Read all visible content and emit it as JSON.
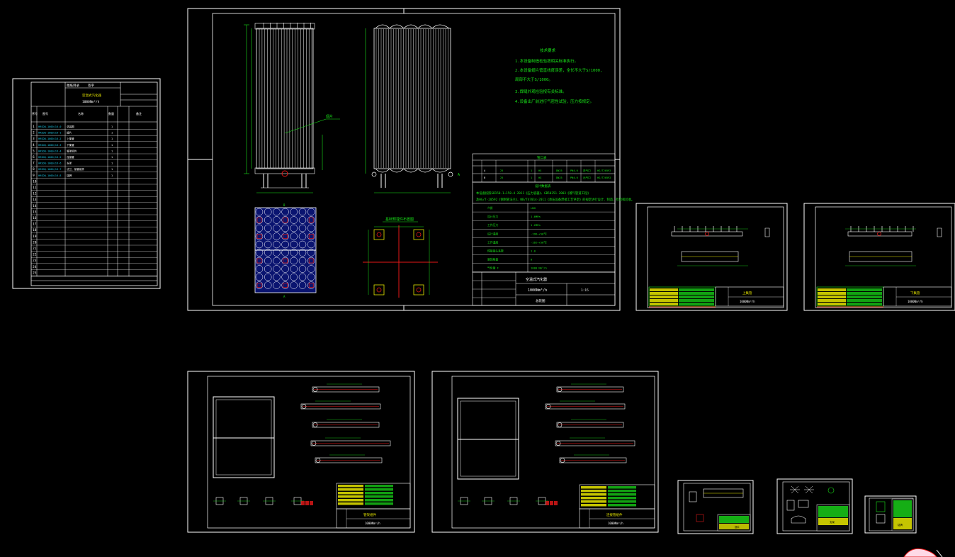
{
  "colors": {
    "background": "#000000",
    "frame": "#ffffff",
    "green": "#19e619",
    "yellow": "#e6e600",
    "red": "#e61919",
    "blue": "#1a3cff",
    "cyan": "#19c8e6",
    "magenta": "#ff66cc"
  },
  "bom_sheet": {
    "header_left": "图纸目录",
    "header_right": "签字",
    "title_line1": "空温式汽化器",
    "title_line2": "1000Nm³/h",
    "col_no": "序号",
    "col_drawing": "图号",
    "col_name": "名称",
    "col_qty": "数量",
    "col_remark": "备注",
    "rows": [
      {
        "no": "1",
        "drawing": "HRSDQ-1000/16-0",
        "name": "总装图",
        "qty": "1"
      },
      {
        "no": "2",
        "drawing": "HRSDQ-1000/16-1",
        "name": "翅片",
        "qty": "1"
      },
      {
        "no": "3",
        "drawing": "HRSDQ-1000/16-2",
        "name": "上集管",
        "qty": "1"
      },
      {
        "no": "4",
        "drawing": "HRSDQ-1000/16-3",
        "name": "下集管",
        "qty": "1"
      },
      {
        "no": "5",
        "drawing": "HRSDQ-1000/16-4",
        "name": "管架组件",
        "qty": "1"
      },
      {
        "no": "6",
        "drawing": "HRSDQ-1000/16-5",
        "name": "连接管",
        "qty": "1"
      },
      {
        "no": "7",
        "drawing": "HRSDQ-1000/16-6",
        "name": "支架",
        "qty": "1"
      },
      {
        "no": "8",
        "drawing": "HRSDQ-1000/16-7",
        "name": "法兰、接管组件",
        "qty": "1"
      },
      {
        "no": "9",
        "drawing": "HRSDQ-1000/16-8",
        "name": "铭牌",
        "qty": "1"
      },
      {
        "no": "10"
      },
      {
        "no": "11"
      },
      {
        "no": "12"
      },
      {
        "no": "13"
      },
      {
        "no": "14"
      },
      {
        "no": "15"
      },
      {
        "no": "16"
      },
      {
        "no": "17"
      },
      {
        "no": "18"
      },
      {
        "no": "19"
      },
      {
        "no": "20"
      },
      {
        "no": "21"
      },
      {
        "no": "22"
      },
      {
        "no": "23"
      },
      {
        "no": "24"
      },
      {
        "no": "25"
      }
    ]
  },
  "main_sheet": {
    "notes_title": "技术要求",
    "notes": [
      "1.本设备制造检验按相关标准执行。",
      "2.本设备翅片管直线度误差，全长不大于S/1000,",
      "   局部不大于S/1000。",
      "3.焊缝外观检验按有关标准。",
      "4.设备出厂前进行气密性试验，压力按规定。"
    ],
    "leader_label": "翅片",
    "nozzle_table_title": "管口表",
    "nozzle_rows": [
      [
        "A",
        "25",
        "1",
        "HG",
        "DN25",
        "PN4.0",
        "进气口",
        "HG/T20592"
      ],
      [
        "B",
        "25",
        "1",
        "HG",
        "DN25",
        "PN4.0",
        "出气口",
        "HG/T20592"
      ]
    ],
    "design_table_title": "设计数据表",
    "std_line1": "本设备按照GB150.1~150.4-2011《压力容器》、GB50251-2003《输气管道工程》",
    "std_line2": "及HG/T-20592《钢制管法兰》、NB/T47014-2011《承压设备焊接工艺评定》的规定进行设计、制造、检验和验收。",
    "design_rows": [
      [
        "介质",
        "LNG"
      ],
      [
        "设计压力",
        "1.6MPa"
      ],
      [
        "工作压力",
        "1.2MPa"
      ],
      [
        "设计温度",
        "-196~+50℃"
      ],
      [
        "工作温度",
        "-162~+50℃"
      ],
      [
        "焊接接头系数",
        "1.0"
      ],
      [
        "腐蚀裕量",
        "0"
      ],
      [
        "气化量 F",
        "1000 Nm³/h"
      ]
    ],
    "layout_title": "基础预埋件布置图",
    "title_block_name": "空温式汽化器",
    "title_block_model": "1000Nm³/h",
    "title_block_sheet": "总装图",
    "title_block_scale": "1:15",
    "marker_a": "A",
    "marker_b": "B"
  },
  "parts_sheets": [
    {
      "title": "上集管",
      "model": "1000Nm³/h"
    },
    {
      "title": "下集管",
      "model": "1000Nm³/h"
    }
  ],
  "lower_sheets": [
    {
      "title": "管架组件",
      "model": "1000Nm³/h"
    },
    {
      "title": "连接管组件",
      "model": "1000Nm³/h"
    }
  ],
  "small_sheets": [
    "翅片",
    "支架",
    "铭牌"
  ]
}
